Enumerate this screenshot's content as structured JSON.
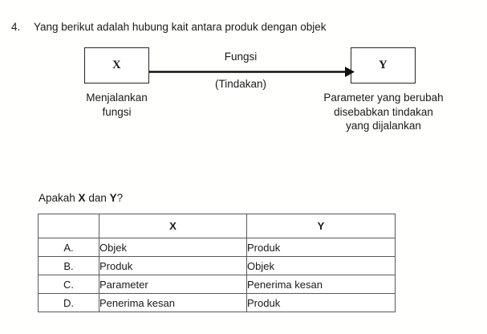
{
  "question": {
    "number": "4.",
    "text": "Yang berikut adalah hubung kait antara produk dengan objek"
  },
  "diagram": {
    "left_node": {
      "label": "X",
      "caption_line1": "Menjalankan",
      "caption_line2": "fungsi"
    },
    "right_node": {
      "label": "Y",
      "caption_line1": "Parameter yang berubah",
      "caption_line2": "disebabkan tindakan",
      "caption_line3": "yang dijalankan"
    },
    "arrow": {
      "label_above": "Fungsi",
      "label_below": "(Tindakan)",
      "direction": "left-to-right",
      "color": "#111111"
    }
  },
  "answer_prompt": {
    "before": "Apakah ",
    "x": "X",
    "middle": " dan ",
    "y": "Y",
    "after": "?"
  },
  "options_table": {
    "headers": [
      "",
      "X",
      "Y"
    ],
    "rows": [
      {
        "key": "A.",
        "x": "Objek",
        "y": "Produk"
      },
      {
        "key": "B.",
        "x": "Produk",
        "y": "Objek"
      },
      {
        "key": "C.",
        "x": "Parameter",
        "y": "Penerima kesan"
      },
      {
        "key": "D.",
        "x": "Penerima kesan",
        "y": "Produk"
      }
    ]
  }
}
